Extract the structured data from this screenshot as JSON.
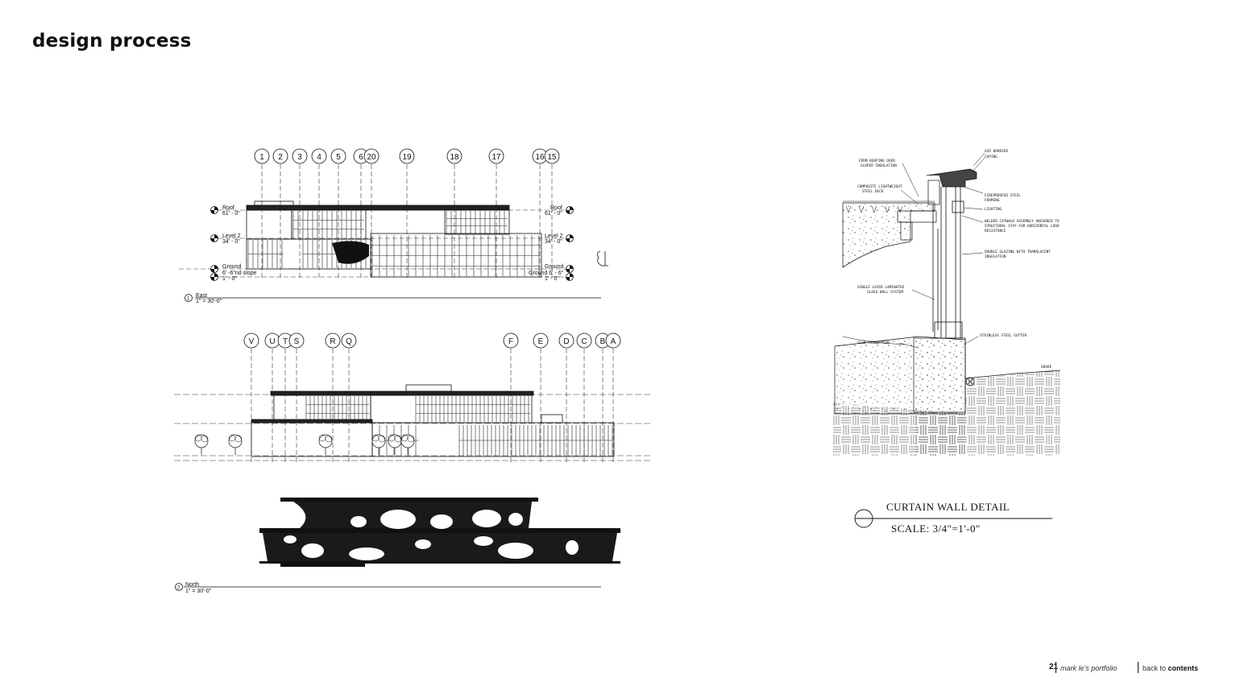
{
  "page": {
    "title": "design process",
    "number": "21",
    "portfolio": "mark le's portfolio",
    "back_prefix": "back to ",
    "back_link": "contents"
  },
  "east_elevation": {
    "grid_labels": [
      "1",
      "2",
      "3",
      "4",
      "5",
      "6",
      "20",
      "19",
      "18",
      "17",
      "16",
      "15"
    ],
    "levels_left": [
      {
        "name": "Roof",
        "value": "61' - 0\""
      },
      {
        "name": "Level 2",
        "value": "34' - 0\""
      },
      {
        "name": "Ground",
        "value": "6' -6\"nd slope"
      },
      {
        "name": "",
        "value": "1' - 0\""
      }
    ],
    "levels_right": [
      {
        "name": "Roof",
        "value": "61' - 0\""
      },
      {
        "name": "Level 2",
        "value": "34' - 0\""
      },
      {
        "name": "Ground",
        "value": "Ground 6' - 6\""
      },
      {
        "name": "",
        "value": "1' - 0\""
      }
    ],
    "view_number": "1",
    "view_name": "East",
    "view_scale": "1\" = 30'-0\""
  },
  "north_elevation": {
    "grid_labels": [
      "V",
      "U",
      "T",
      "S",
      "R",
      "Q",
      "F",
      "E",
      "D",
      "C",
      "B",
      "A"
    ],
    "view_number": "2",
    "view_name": "North",
    "view_scale": "1\" = 30'-0\""
  },
  "curtain_wall_detail": {
    "notes_left": [
      "EPDM ROOFING OVER",
      "SLOPED INSULATION",
      "COMPOSITE LIGHTWEIGHT",
      "STEEL DECK",
      "SINGLE LAYER LAMINATED",
      "GLASS WALL SYSTEM",
      "SLAB FOUNDATION"
    ],
    "notes_right": [
      "AIR BARRIER",
      "COPING",
      "FIREPROOFED STEEL",
      "FRAMING",
      "LIGHTING",
      "WELDED CATWALK ASSEMBLY ANCHORED TO",
      "STRUCTURAL STAY FOR HORIZONTAL LOAD",
      "RESISTANCE",
      "DOUBLE GLAZING WITH TRANSLUCENT",
      "INSULATION",
      "STAINLESS STEEL GUTTER",
      "GRADE"
    ],
    "title": "CURTAIN WALL DETAIL",
    "scale": "SCALE: 3/4\"=1'-0\""
  }
}
